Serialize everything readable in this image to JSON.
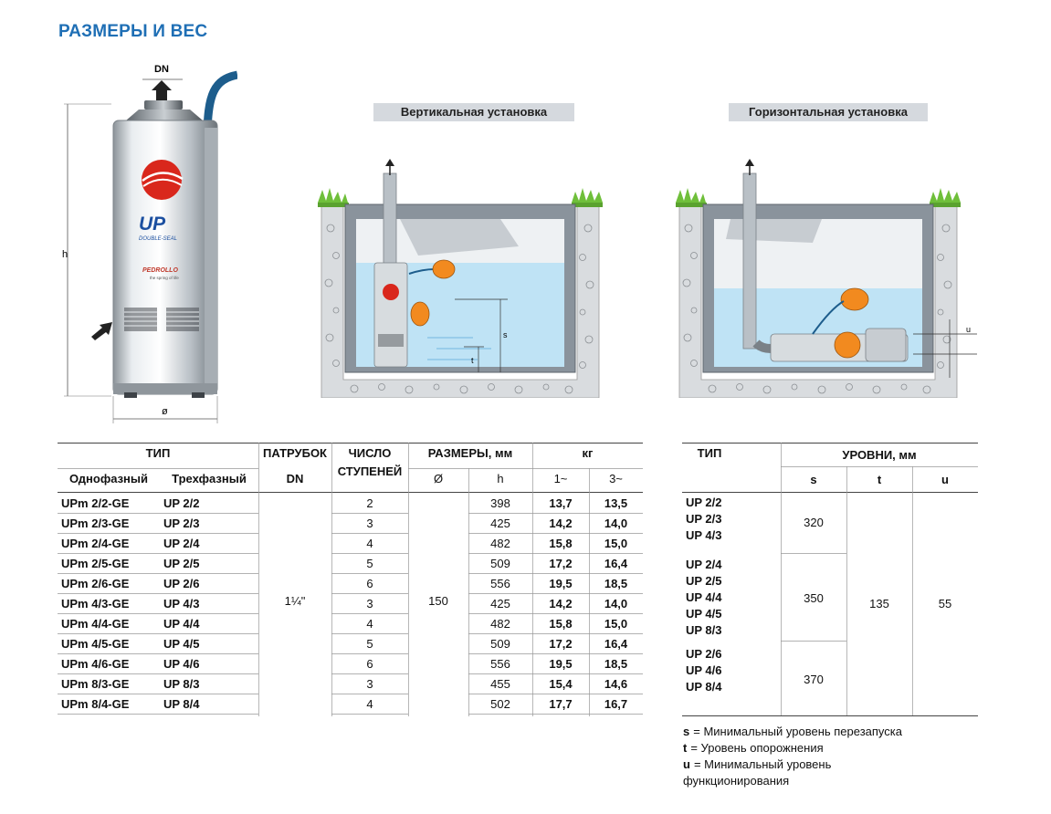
{
  "title": "РАЗМЕРЫ И ВЕС",
  "pump": {
    "dn_label": "DN",
    "h_label": "h",
    "diam_label": "ø",
    "brand": "UP",
    "brand_sub": "DOUBLE-SEAL",
    "maker": "PEDROLLO",
    "maker_tag": "the spring of life"
  },
  "install": {
    "vertical": "Вертикальная установка",
    "horizontal": "Горизонтальная установка",
    "s_label": "s",
    "t_label": "t",
    "u_label": "u"
  },
  "table1": {
    "h_type": "ТИП",
    "h_nozzle": "ПАТРУБОК",
    "h_nozzle2": "DN",
    "h_stages": "ЧИСЛО",
    "h_stages2": "СТУПЕНЕЙ",
    "h_size": "РАЗМЕРЫ, мм",
    "h_kg": "кг",
    "h_single": "Однофазный",
    "h_three": "Трехфазный",
    "h_diam": "Ø",
    "h_h": "h",
    "h_1": "1~",
    "h_3": "3~",
    "dn_value": "1¼\"",
    "diam_value": "150",
    "rows": [
      {
        "single": "UPm 2/2-GE",
        "three": "UP 2/2",
        "stages": "2",
        "h": "398",
        "w1": "13,7",
        "w3": "13,5"
      },
      {
        "single": "UPm 2/3-GE",
        "three": "UP 2/3",
        "stages": "3",
        "h": "425",
        "w1": "14,2",
        "w3": "14,0"
      },
      {
        "single": "UPm 2/4-GE",
        "three": "UP 2/4",
        "stages": "4",
        "h": "482",
        "w1": "15,8",
        "w3": "15,0"
      },
      {
        "single": "UPm 2/5-GE",
        "three": "UP 2/5",
        "stages": "5",
        "h": "509",
        "w1": "17,2",
        "w3": "16,4"
      },
      {
        "single": "UPm 2/6-GE",
        "three": "UP 2/6",
        "stages": "6",
        "h": "556",
        "w1": "19,5",
        "w3": "18,5"
      },
      {
        "single": "UPm 4/3-GE",
        "three": "UP 4/3",
        "stages": "3",
        "h": "425",
        "w1": "14,2",
        "w3": "14,0"
      },
      {
        "single": "UPm 4/4-GE",
        "three": "UP 4/4",
        "stages": "4",
        "h": "482",
        "w1": "15,8",
        "w3": "15,0"
      },
      {
        "single": "UPm 4/5-GE",
        "three": "UP 4/5",
        "stages": "5",
        "h": "509",
        "w1": "17,2",
        "w3": "16,4"
      },
      {
        "single": "UPm 4/6-GE",
        "three": "UP 4/6",
        "stages": "6",
        "h": "556",
        "w1": "19,5",
        "w3": "18,5"
      },
      {
        "single": "UPm 8/3-GE",
        "three": "UP 8/3",
        "stages": "3",
        "h": "455",
        "w1": "15,4",
        "w3": "14,6"
      },
      {
        "single": "UPm 8/4-GE",
        "three": "UP 8/4",
        "stages": "4",
        "h": "502",
        "w1": "17,7",
        "w3": "16,7"
      }
    ]
  },
  "table2": {
    "h_type": "ТИП",
    "h_levels": "УРОВНИ,  мм",
    "h_s": "s",
    "h_t": "t",
    "h_u": "u",
    "groups": [
      {
        "types": [
          "UP 2/2",
          "UP 2/3",
          "UP 4/3"
        ],
        "s": "320"
      },
      {
        "types": [
          "UP 2/4",
          "UP 2/5",
          "UP 4/4",
          "UP 4/5",
          "UP 8/3"
        ],
        "s": "350"
      },
      {
        "types": [
          "UP 2/6",
          "UP 4/6",
          "UP 8/4"
        ],
        "s": "370"
      }
    ],
    "t_value": "135",
    "u_value": "55"
  },
  "notes": [
    {
      "key": "s",
      "text": "= Минимальный уровень перезапуска"
    },
    {
      "key": "t",
      "text": "= Уровень опорожнения"
    },
    {
      "key": "u",
      "text": "= Минимальный уровень"
    },
    {
      "key": "",
      "text": "функционирования"
    }
  ],
  "colors": {
    "accent": "#1f6fb5",
    "caption_bg": "#d5d9de",
    "water": "#bfe3f5",
    "grass": "#6fbf3a",
    "tank": "#8a939c"
  }
}
